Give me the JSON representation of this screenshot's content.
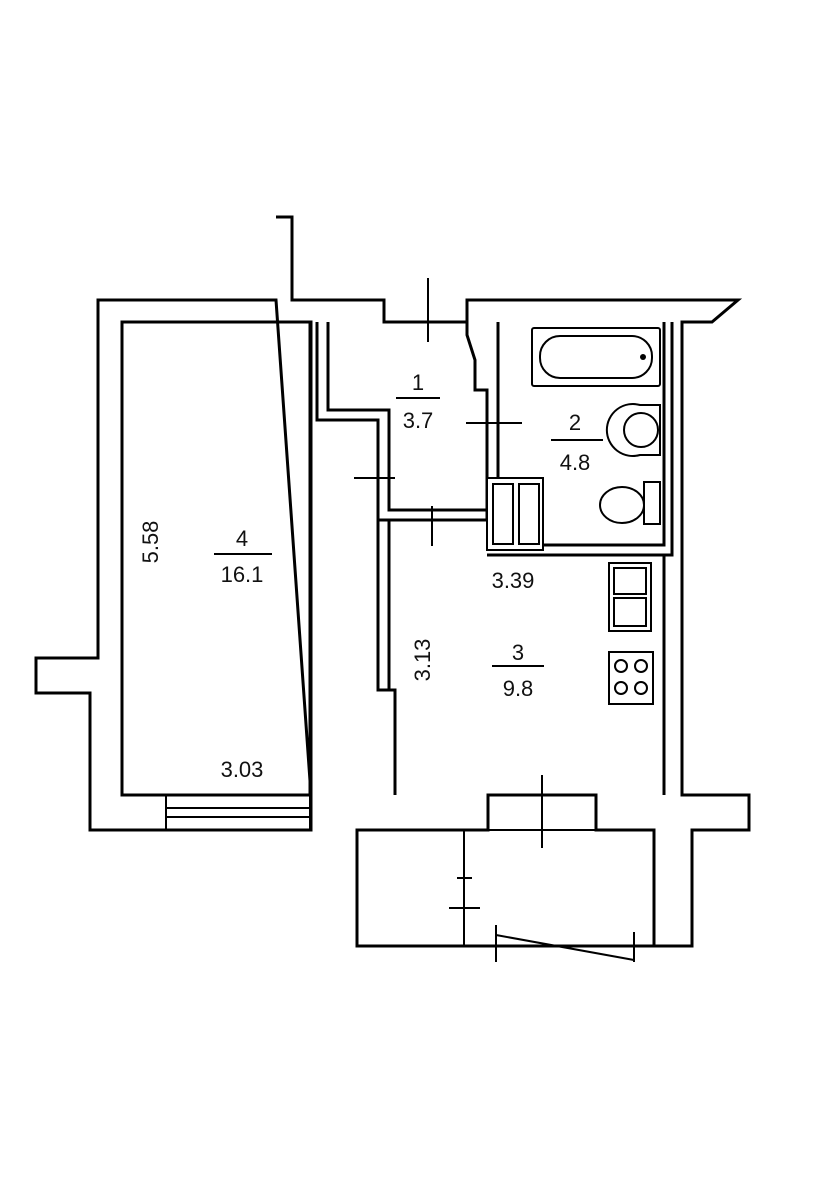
{
  "rooms": [
    {
      "number": "1",
      "area": "3.7"
    },
    {
      "number": "2",
      "area": "4.8"
    },
    {
      "number": "3",
      "area": "9.8"
    },
    {
      "number": "4",
      "area": "16.1"
    }
  ],
  "dimensions": {
    "room4_height": "5.58",
    "room4_width": "3.03",
    "room3_width": "3.39",
    "room3_height": "3.13"
  }
}
